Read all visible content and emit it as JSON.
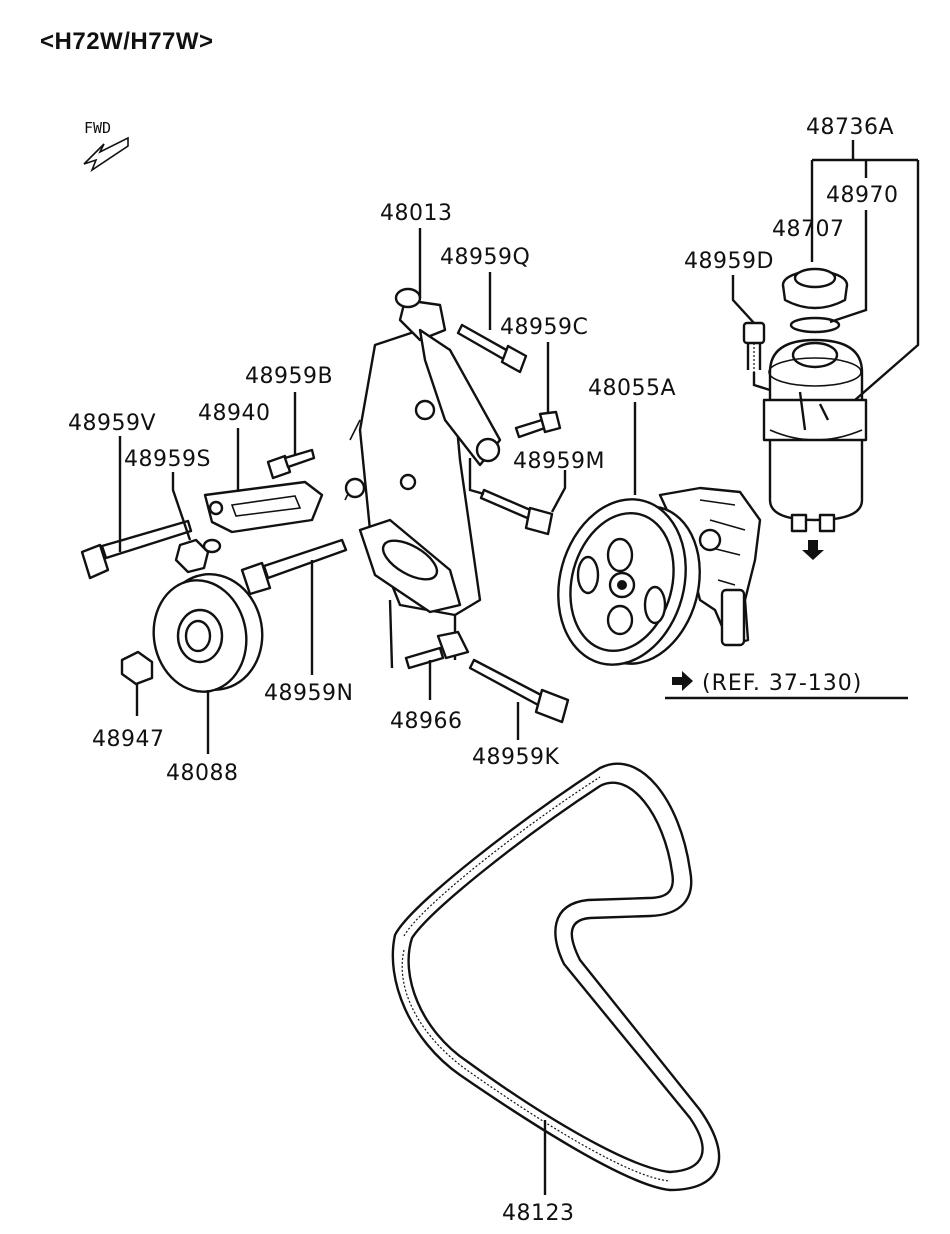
{
  "model_header": "<H72W/H77W>",
  "fwd_label": "FWD",
  "ref_note": "(REF. 37-130)",
  "parts": {
    "p48736A": "48736A",
    "p48970": "48970",
    "p48707": "48707",
    "p48959D": "48959D",
    "p48013": "48013",
    "p48959Q": "48959Q",
    "p48959C": "48959C",
    "p48959B": "48959B",
    "p48055A": "48055A",
    "p48940": "48940",
    "p48959V": "48959V",
    "p48959S": "48959S",
    "p48959M": "48959M",
    "p48959N": "48959N",
    "p48947": "48947",
    "p48088": "48088",
    "p48966": "48966",
    "p48959K": "48959K",
    "p48123": "48123"
  },
  "icons": [
    "fwd-arrow-icon",
    "arrow-right-icon",
    "arrow-down-icon"
  ]
}
